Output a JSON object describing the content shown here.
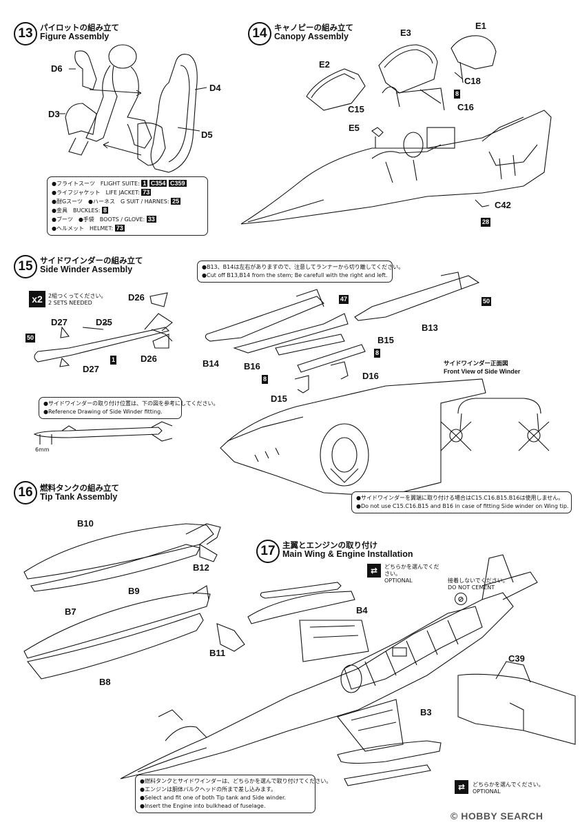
{
  "steps": {
    "s13": {
      "num": "13",
      "jp": "パイロットの組み立て",
      "en": "Figure Assembly"
    },
    "s14": {
      "num": "14",
      "jp": "キャノピーの組み立て",
      "en": "Canopy Assembly"
    },
    "s15": {
      "num": "15",
      "jp": "サイドワインダーの組み立て",
      "en": "Side Winder Assembly"
    },
    "s16": {
      "num": "16",
      "jp": "燃料タンクの組み立て",
      "en": "Tip Tank Assembly"
    },
    "s17": {
      "num": "17",
      "jp": "主翼とエンジンの取り付け",
      "en": "Main Wing & Engine Installation"
    }
  },
  "parts": {
    "d6": "D6",
    "d3": "D3",
    "d4": "D4",
    "d5": "D5",
    "e1": "E1",
    "e2": "E2",
    "e3": "E3",
    "c18": "C18",
    "c15": "C15",
    "c16": "C16",
    "e5": "E5",
    "c42": "C42",
    "d26a": "D26",
    "d27a": "D27",
    "d25": "D25",
    "d26b": "D26",
    "d27b": "D27",
    "b13": "B13",
    "b14": "B14",
    "b15": "B15",
    "b16": "B16",
    "d15": "D15",
    "d16": "D16",
    "b10": "B10",
    "b12": "B12",
    "b9": "B9",
    "b7": "B7",
    "b11": "B11",
    "b8": "B8",
    "b4": "B4",
    "b3": "B3",
    "c39": "C39"
  },
  "colors": {
    "c8": "8",
    "c28": "28",
    "c50a": "50",
    "c1": "1",
    "c47": "47",
    "c50b": "50",
    "c8b": "8",
    "c8c": "8"
  },
  "figure_colors": {
    "line1": "●フライトスーツ　FLIGHT SUITE:",
    "line1_codes": [
      "1",
      "C354",
      "C359"
    ],
    "line2": "●ライフジャケット　LIFE JACKET:",
    "line2_code": "73",
    "line3": "●耐Gスーツ　●ハーネス　G SUIT / HARNES:",
    "line3_code": "25",
    "line4": "●金具　BUCKLES:",
    "line4_code": "8",
    "line5": "●ブーツ　●手袋　BOOTS / GLOVE:",
    "line5_code": "33",
    "line6": "●ヘルメット　HELMET:",
    "line6_code": "73"
  },
  "sidewinder": {
    "x2": "x2",
    "x2_jp": "2組つくってください。",
    "x2_en": "2 SETS NEEDED",
    "ref_jp": "●サイドワインダーの取り付け位置は、下の図を参考にしてください。",
    "ref_en": "●Reference Drawing of Side Winder fitting.",
    "mm": "6mm",
    "cut_jp": "●B13、B14は左右がありますので、注意してランナーから切り離してください。",
    "cut_en": "●Cut off B13,B14 from the stem; Be carefull with the right and left.",
    "front_jp": "サイドワインダー正面図",
    "front_en": "Front View of Side Winder",
    "wingtip_jp": "●サイドワインダーを翼端に取り付ける場合はC15.C16.B15.B16は使用しません。",
    "wingtip_en": "●Do not use C15.C16.B15 and B16 in case of fitting Side winder on Wing tip."
  },
  "optional": {
    "opt1_jp": "どちらかを選んでください。",
    "opt1_en": "OPTIONAL",
    "opt2_jp": "どちらかを選んでください。",
    "opt2_en": "OPTIONAL",
    "nocement_jp": "接着しないでください。",
    "nocement_en": "DO NOT CEMENT"
  },
  "bottom_note": {
    "l1": "●燃料タンクとサイドワインダーは、どちらかを選んで取り付けてください。",
    "l2": "●エンジンは胴体バルクヘッドの所まで差し込みます。",
    "l3": "●Select and fit one of both Tip tank and Side winder.",
    "l4": "●Insert the Engine into bulkhead of fuselage."
  },
  "watermark": "© HOBBY SEARCH"
}
